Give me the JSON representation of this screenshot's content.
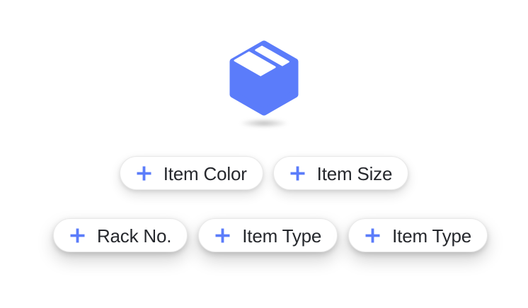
{
  "colors": {
    "accent": "#5B7CFA",
    "text": "#26282D",
    "pill_background": "#FFFFFF",
    "pill_border": "#E9E9E9"
  },
  "icons": {
    "package": "package-box-icon",
    "plus": "plus-icon"
  },
  "rows": [
    {
      "tags": [
        {
          "label": "Item Color"
        },
        {
          "label": "Item Size"
        }
      ]
    },
    {
      "tags": [
        {
          "label": "Rack No."
        },
        {
          "label": "Item Type"
        },
        {
          "label": "Item Type"
        }
      ]
    }
  ]
}
